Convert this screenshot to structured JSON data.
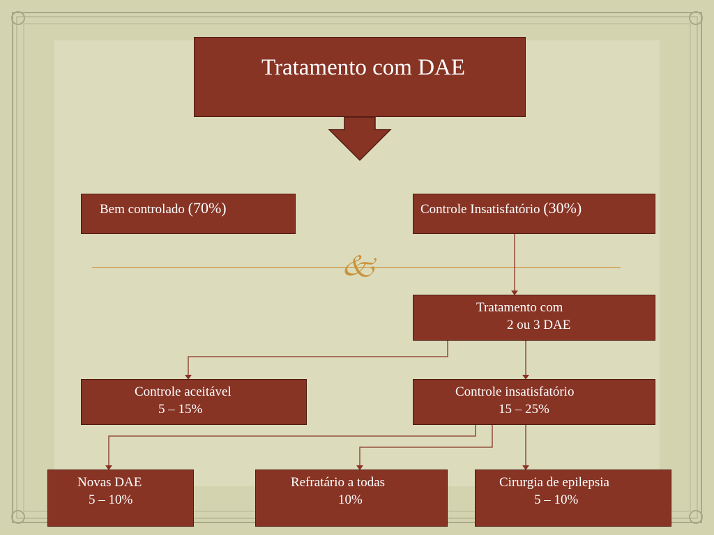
{
  "title": "Tratamento com DAE",
  "nodes": {
    "bem_controlado": {
      "label": "Bem controlado",
      "pct": "(70%)"
    },
    "controle_insatisfatorio_30": {
      "label": "Controle Insatisfatório",
      "pct": "(30%)"
    },
    "tratamento_2_3": {
      "line1": "Tratamento com",
      "line2": "2 ou 3 DAE"
    },
    "controle_aceitavel": {
      "line1": "Controle aceitável",
      "line2": "5 – 15%"
    },
    "controle_insatisfatorio_15": {
      "line1": "Controle insatisfatório",
      "line2": "15 – 25%"
    },
    "novas_dae": {
      "line1": "Novas DAE",
      "line2": "5 – 10%"
    },
    "refratario": {
      "line1": "Refratário a todas",
      "line2": "10%"
    },
    "cirurgia": {
      "line1": "Cirurgia de epilepsia",
      "line2": "5 – 10%"
    }
  },
  "colors": {
    "box_fill": "#873425",
    "box_border": "#4f1a12",
    "background": "#d3d3b0",
    "inner_panel": "#dcdcbc",
    "frame": "#a8a888",
    "ornament": "#c9943f",
    "connector": "#873425"
  },
  "icons": {
    "ornament": "flourish-icon",
    "main_arrow": "down-arrow-icon"
  }
}
